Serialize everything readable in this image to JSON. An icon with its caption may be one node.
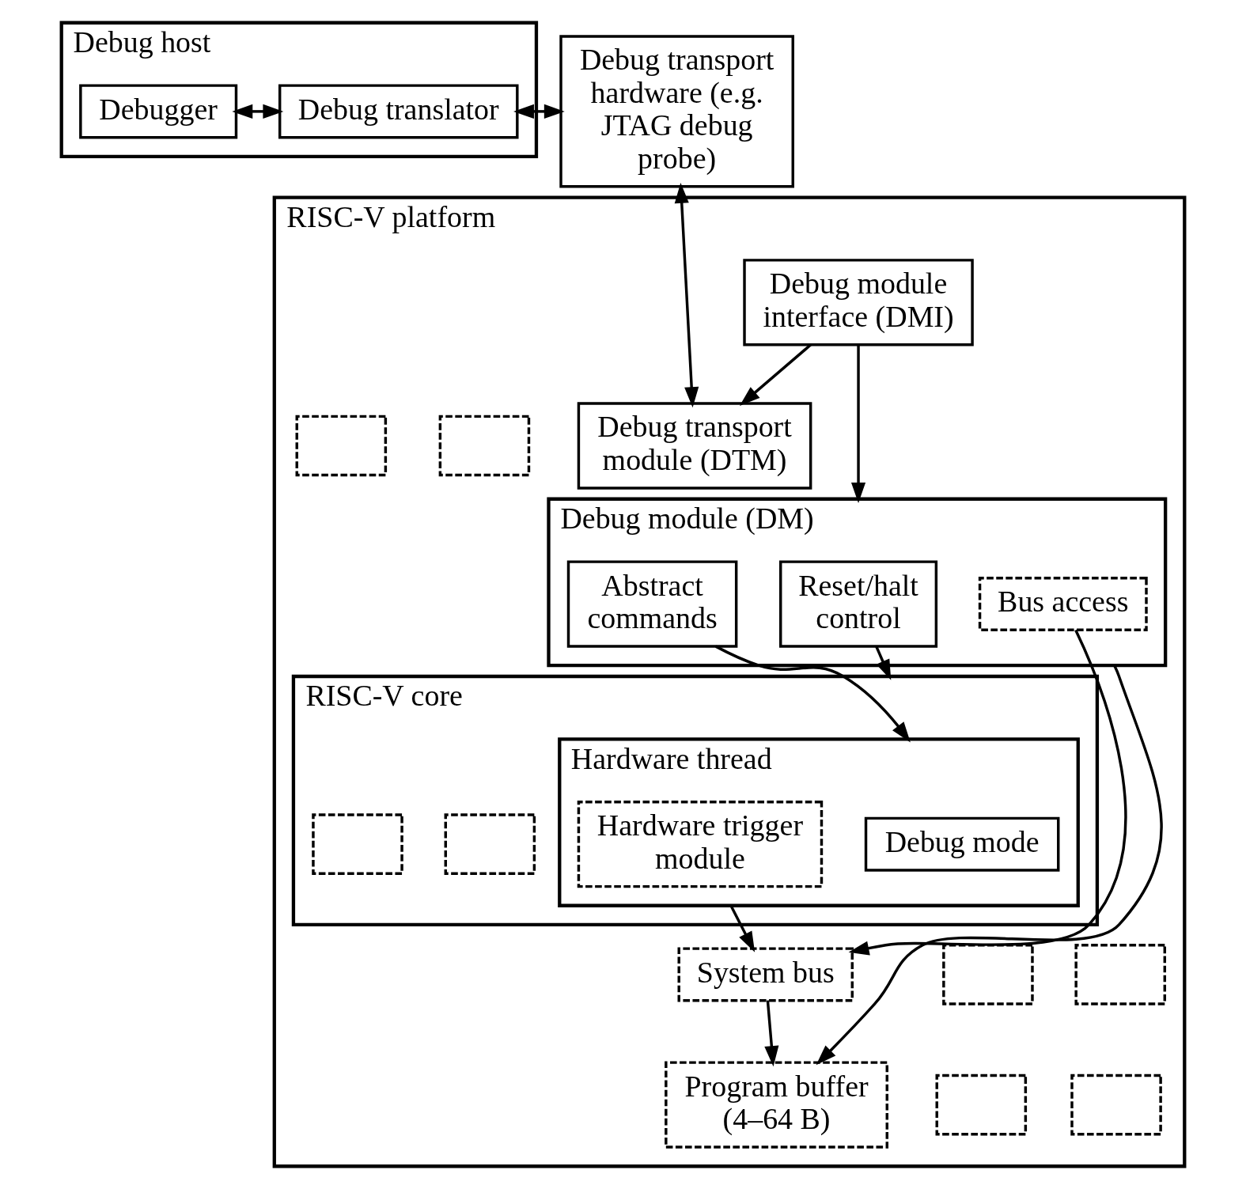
{
  "diagram": {
    "nodes": [
      {
        "text": [
          "Debug host"
        ]
      },
      {
        "text": [
          "Debugger"
        ],
        "in": 0
      },
      {
        "text": [
          "Debug translator"
        ],
        "in": 0
      },
      {
        "text": [
          "Debug transport hardware (e.g. JTAG debug probe)"
        ]
      },
      {
        "text": [
          "RISC-V platform"
        ]
      },
      {
        "text": [
          "Debug module interface (DMI)"
        ],
        "in": 4
      },
      {
        "text": [
          "Debug transport module (DTM)"
        ],
        "in": 4
      },
      {
        "text": [],
        "shape": "box",
        "in": 4
      },
      {
        "text": [],
        "shape": "box",
        "in": 4
      },
      {
        "text": [
          "Debug module (DM)"
        ],
        "in": 4
      },
      {
        "text": [
          "Reset/halt control"
        ],
        "in": 9
      },
      {
        "text": [
          "Abstract commands"
        ],
        "in": 9
      },
      {
        "text": [
          "Bus access"
        ],
        "in": 9
      },
      {
        "text": [],
        "shape": "box",
        "in": 4
      },
      {
        "text": [],
        "shape": "box",
        "in": 4
      },
      {
        "text": [
          "RISC-V core"
        ],
        "in": 4
      },
      {
        "text": [
          "Hardware thread"
        ],
        "in": 15
      },
      {
        "text": [
          "Debug mode"
        ],
        "in": 16
      },
      {
        "text": [
          "Hardware trigger module"
        ],
        "in": 16
      },
      {
        "text": [],
        "shape": "box",
        "in": 15
      },
      {
        "text": [],
        "shape": "box",
        "in": 15
      },
      {
        "text": [],
        "shape": "box",
        "in": 4
      },
      {
        "text": [],
        "shape": "box",
        "in": 4
      },
      {
        "text": [
          "Program buffer (4–64 B)"
        ],
        "in": 4
      },
      {
        "text": [
          "System bus"
        ],
        "in": 4
      }
    ],
    "edges": [
      {
        "from": 1,
        "to": 2,
        "arrow": "both"
      },
      {
        "from": 2,
        "to": 3,
        "arrow": "both"
      },
      {
        "from": 3,
        "to": 6,
        "arrow": "both"
      },
      {
        "from": 5,
        "to": 9,
        "arrow": "to"
      },
      {
        "from": 5,
        "to": 6,
        "arrow": "to"
      },
      {
        "from": 10,
        "to": 15,
        "arrow": "to"
      },
      {
        "from": 11,
        "to": 16,
        "arrow": "to"
      },
      {
        "from": 12,
        "to": 24,
        "arrow": "to"
      },
      {
        "from": 9,
        "to": 23,
        "arrow": "to"
      },
      {
        "from": 24,
        "to": 23,
        "arrow": "to"
      },
      {
        "from": 16,
        "to": 24,
        "arrow": "to"
      }
    ]
  }
}
